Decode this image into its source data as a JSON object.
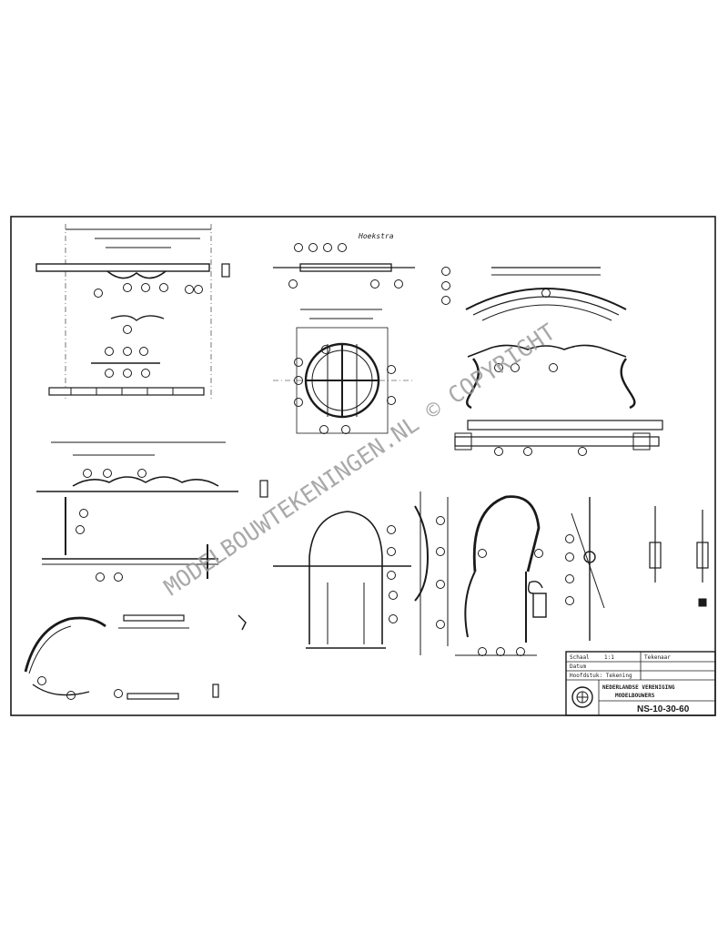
{
  "sheet": {
    "background": "#ffffff",
    "ink": "#1a1a1a",
    "paper": "#ffffff"
  },
  "watermark": {
    "text": "MODELBOUWTEKENINGEN.NL © COPYRIGHT",
    "color": "#9a9a9a"
  },
  "annotations": {
    "top_note": "Hoekstra"
  },
  "title_block": {
    "row1_label": "Schaal",
    "row1_value": "1:1",
    "row1_right": "Tekenaar",
    "row2_label": "Datum",
    "row3_text": "Hoofdstuk: Tekening",
    "org_line1": "NEDERLANDSE VERENIGING",
    "org_line2": "MODELBOUWERS",
    "drawing_number": "NS-10-30-60"
  }
}
